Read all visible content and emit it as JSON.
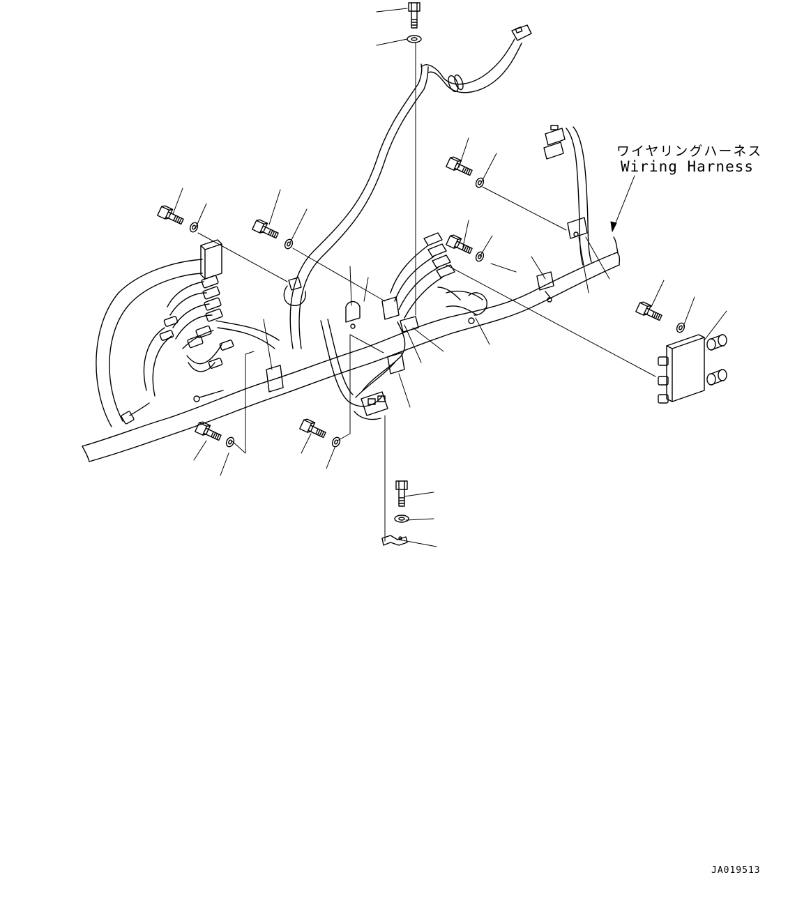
{
  "callout": {
    "label_jp": "ワイヤリングハーネス",
    "label_en": "Wiring Harness"
  },
  "drawing_id": "JA019513",
  "colors": {
    "line": "#000000",
    "background": "#ffffff"
  }
}
